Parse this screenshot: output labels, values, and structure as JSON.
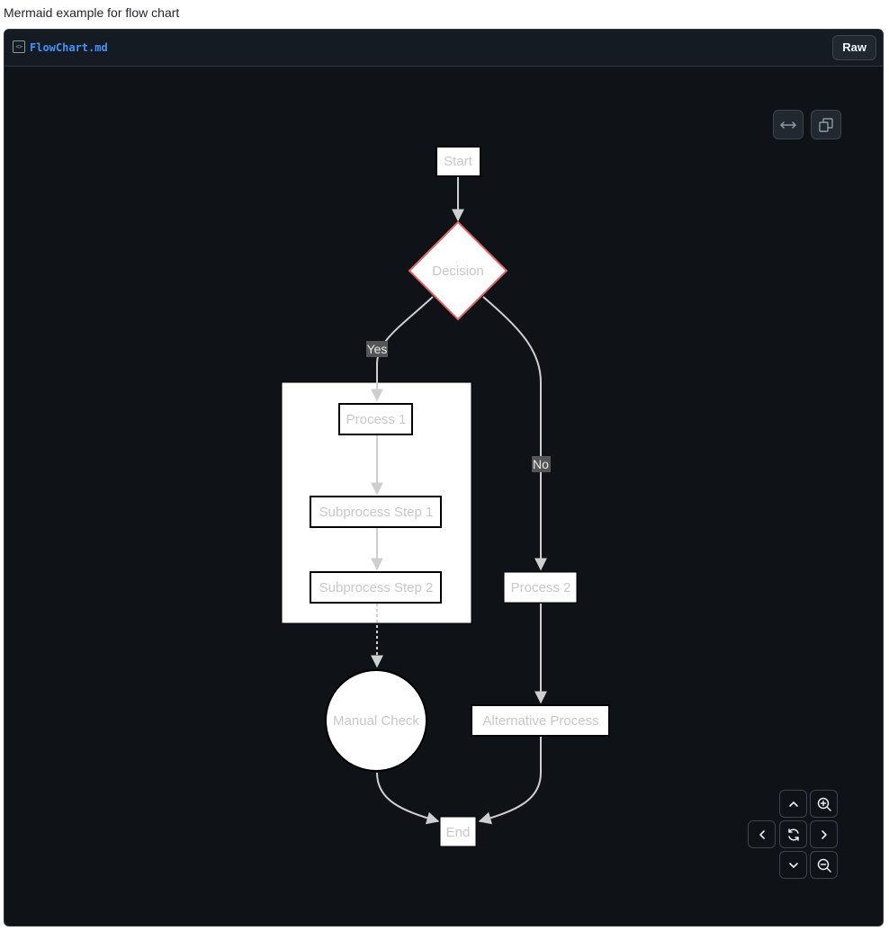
{
  "page": {
    "heading": "Mermaid example for flow chart"
  },
  "file": {
    "name": "FlowChart.md",
    "raw_label": "Raw",
    "code_icon_glyph": "<>"
  },
  "flowchart": {
    "nodes": {
      "start": "Start",
      "decision": "Decision",
      "process1": "Process 1",
      "substep1": "Subprocess Step 1",
      "substep2": "Subprocess Step 2",
      "manual_check": "Manual Check",
      "process2": "Process 2",
      "alternative": "Alternative Process",
      "end": "End"
    },
    "edge_labels": {
      "yes": "Yes",
      "no": "No"
    }
  },
  "colors": {
    "canvas_bg": "#0f1216",
    "node_fill": "#ffffff",
    "node_stroke": "#000000",
    "node_text": "#c8c8c8",
    "decision_stroke": "#e06666",
    "edge": "#cfcfcf",
    "edge_label_bg": "#555555",
    "link": "#4493f8"
  },
  "controls": {
    "expand_icon": "arrows-horizontal-icon",
    "copy_icon": "copy-icon",
    "pan_up_icon": "chevron-up-icon",
    "pan_down_icon": "chevron-down-icon",
    "pan_left_icon": "chevron-left-icon",
    "pan_right_icon": "chevron-right-icon",
    "reset_icon": "sync-icon",
    "zoom_in_icon": "zoom-in-icon",
    "zoom_out_icon": "zoom-out-icon"
  }
}
